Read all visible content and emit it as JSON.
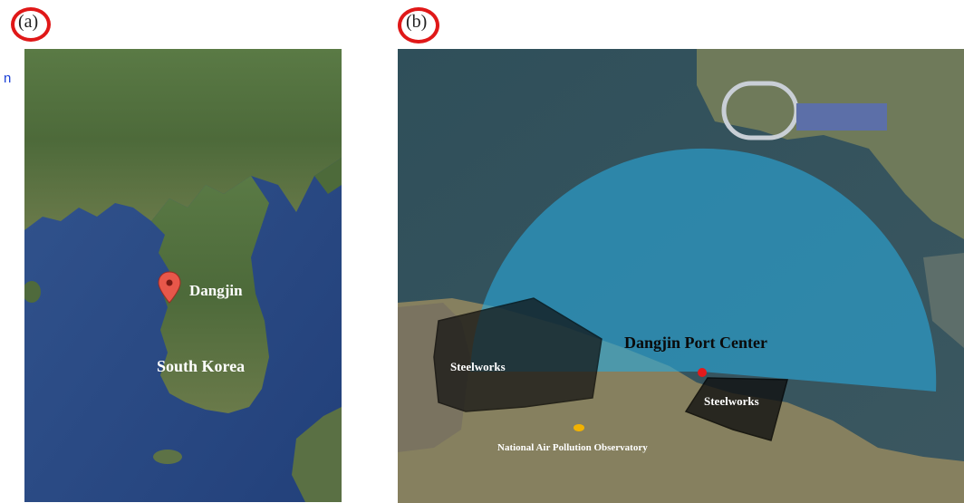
{
  "panels": {
    "a": {
      "label": "(a)",
      "marker_name": "Dangjin",
      "country_label": "South Korea"
    },
    "b": {
      "label": "(b)",
      "center_label": "Dangjin Port Center",
      "steelworks_west": "Steelworks",
      "steelworks_east": "Steelworks",
      "observatory_label": "National Air Pollution Observatory"
    }
  },
  "side_text": "n",
  "colors": {
    "highlight_circle": "#e01818",
    "sea": "#2b4a8a",
    "land": "#4a6b3a",
    "fan_overlay": "#2aa6d8",
    "steelworks_fill": "#111111",
    "port_center_dot": "#e31a1c",
    "observatory_dot": "#f2b200"
  }
}
